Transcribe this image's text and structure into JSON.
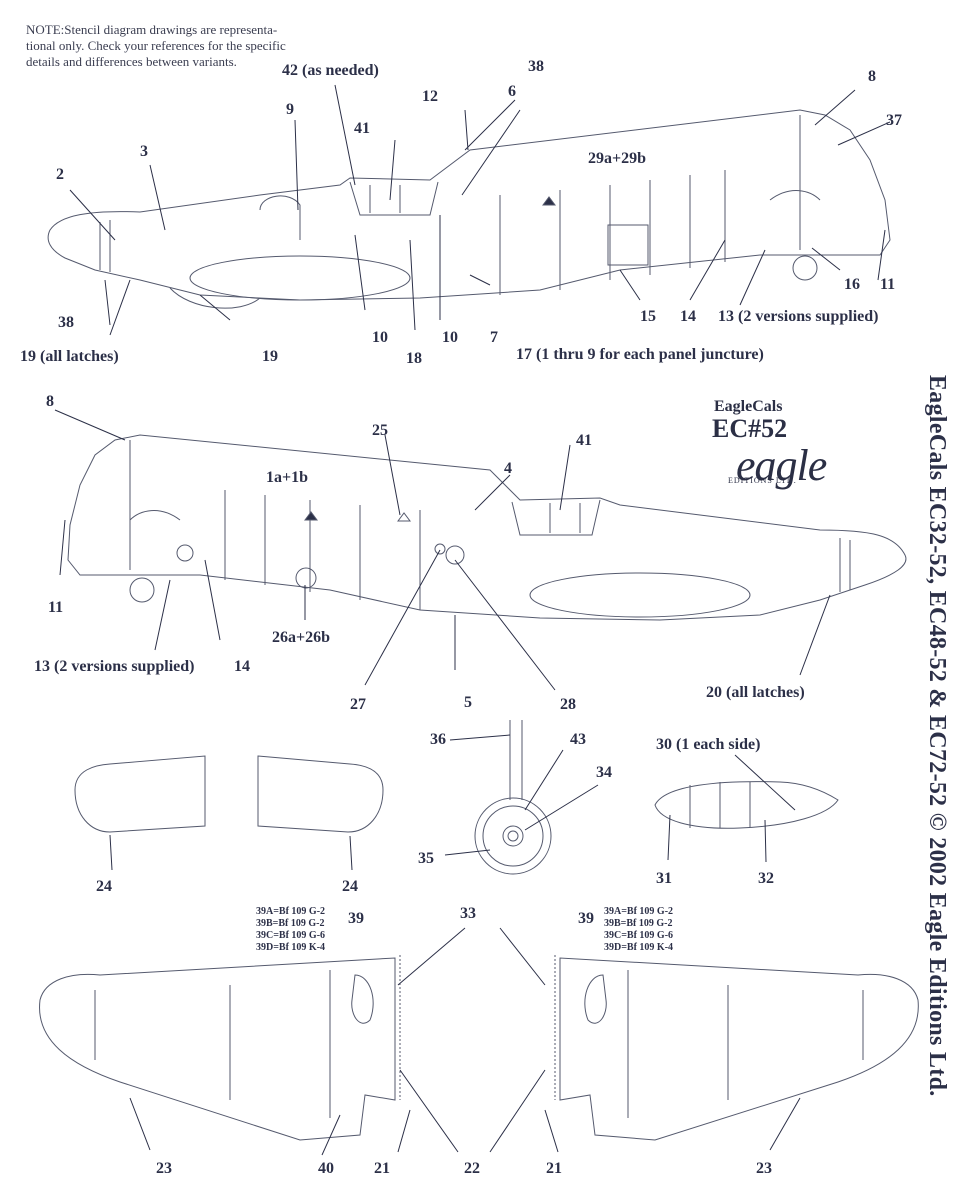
{
  "note": {
    "lines": [
      "NOTE:Stencil diagram drawings are representa-",
      "tional only. Check your references for the specific",
      "details and differences between variants."
    ]
  },
  "logo": {
    "line1": "EagleCals",
    "line2": "EC#52",
    "wordmark": "eagle",
    "sub": "EDITIONS LTD."
  },
  "side_text": "EagleCals EC32-52, EC48-52 & EC72-52   © 2002 Eagle Editions Ltd.",
  "labels": {
    "l42": "42 (as needed)",
    "l38a": "38",
    "l38b": "38",
    "l12": "12",
    "l6": "6",
    "l8a": "8",
    "l37": "37",
    "l41a": "41",
    "l9": "9",
    "l3": "3",
    "l2": "2",
    "l29": "29a+29b",
    "l19a": "19 (all latches)",
    "l19b": "19",
    "l10a": "10",
    "l18": "18",
    "l10b": "10",
    "l7": "7",
    "l15": "15",
    "l14a": "14",
    "l13a": "13 (2 versions supplied)",
    "l16": "16",
    "l11a": "11",
    "l17": "17 (1 thru 9 for each panel juncture)",
    "l8b": "8",
    "l25": "25",
    "l41b": "41",
    "l4": "4",
    "l1": "1a+1b",
    "l11b": "11",
    "l13b": "13 (2 versions supplied)",
    "l14b": "14",
    "l26": "26a+26b",
    "l27": "27",
    "l5": "5",
    "l28": "28",
    "l20": "20 (all latches)",
    "l36": "36",
    "l43": "43",
    "l34": "34",
    "l35": "35",
    "l30": "30 (1 each side)",
    "l31": "31",
    "l32": "32",
    "l24a": "24",
    "l24b": "24",
    "l33": "33",
    "l39a": "39",
    "l39b": "39",
    "l23a": "23",
    "l40": "40",
    "l21a": "21",
    "l22": "22",
    "l21b": "21",
    "l23b": "23"
  },
  "variants": [
    "39A=Bf 109 G-2",
    "39B=Bf 109 G-2",
    "39C=Bf 109 G-6",
    "39D=Bf 109 K-4"
  ],
  "colors": {
    "ink": "#2c3048",
    "line": "#555a6e"
  }
}
